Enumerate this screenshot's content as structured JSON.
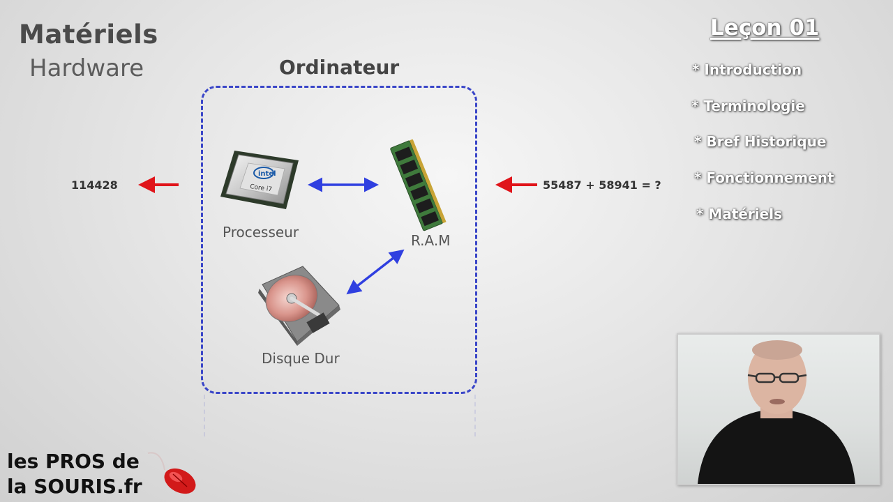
{
  "slide": {
    "title": "Matériels",
    "subtitle": "Hardware",
    "box_title": "Ordinateur"
  },
  "components": {
    "processor_label": "Processeur",
    "cpu_brand": "intel",
    "cpu_model": "Core i7",
    "ram_label": "R.A.M",
    "disk_label": "Disque Dur"
  },
  "io": {
    "output_value": "114428",
    "input_expression": "55487 + 58941 = ?"
  },
  "lesson": {
    "title": "Leçon 01",
    "items": [
      "* Introduction",
      "* Terminologie",
      "* Bref Historique",
      "* Fonctionnement",
      "* Matériels"
    ]
  },
  "logo": {
    "line1": "les PROS de",
    "line2": "la SOURIS.fr"
  },
  "colors": {
    "box_border": "#3a46c8",
    "arrow_blue": "#2f3fe0",
    "arrow_red": "#e0141a"
  }
}
